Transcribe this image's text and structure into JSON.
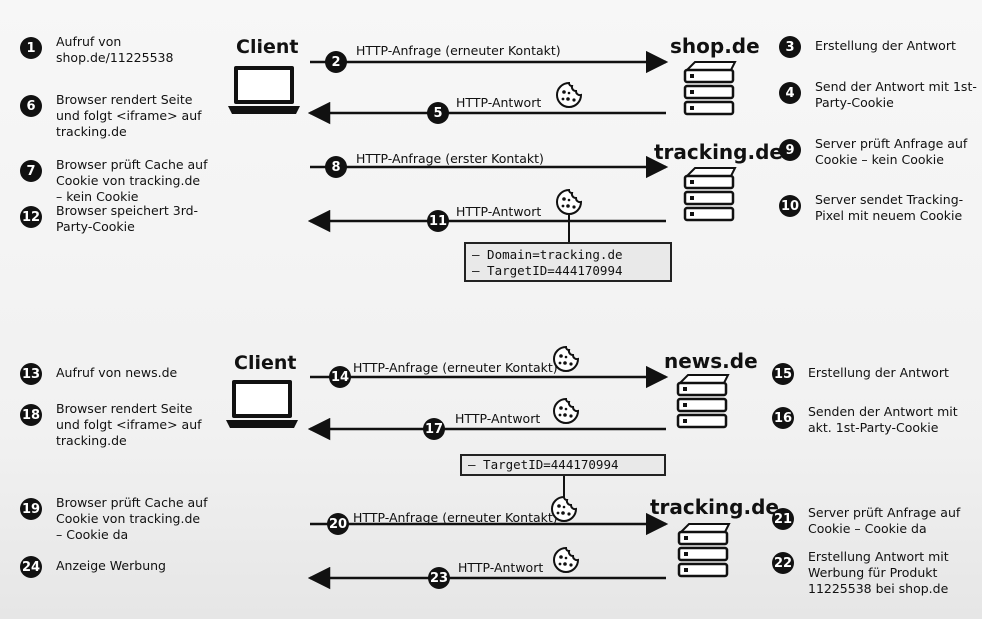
{
  "actors": {
    "client_top": "Client",
    "client_bottom": "Client",
    "shop": "shop.de",
    "tracking_top": "tracking.de",
    "news": "news.de",
    "tracking_bottom": "tracking.de"
  },
  "steps_left": [
    {
      "num": "1",
      "text": "Aufruf von\nshop.de/11225538"
    },
    {
      "num": "6",
      "text": "Browser rendert Seite\nund folgt <iframe> auf\ntracking.de"
    },
    {
      "num": "7",
      "text": "Browser prüft Cache auf\nCookie von tracking.de\n– kein Cookie"
    },
    {
      "num": "12",
      "text": "Browser speichert 3rd-\nParty-Cookie"
    },
    {
      "num": "13",
      "text": "Aufruf von news.de"
    },
    {
      "num": "18",
      "text": "Browser rendert Seite\nund folgt <iframe> auf\ntracking.de"
    },
    {
      "num": "19",
      "text": "Browser prüft Cache auf\nCookie von tracking.de\n– Cookie da"
    },
    {
      "num": "24",
      "text": "Anzeige Werbung"
    }
  ],
  "steps_right": [
    {
      "num": "3",
      "text": "Erstellung der Antwort"
    },
    {
      "num": "4",
      "text": "Send der Antwort mit 1st-\nParty-Cookie"
    },
    {
      "num": "9",
      "text": "Server prüft Anfrage auf\nCookie – kein Cookie"
    },
    {
      "num": "10",
      "text": "Server sendet Tracking-\nPixel mit neuem Cookie"
    },
    {
      "num": "15",
      "text": "Erstellung der Antwort"
    },
    {
      "num": "16",
      "text": "Senden der Antwort mit\nakt. 1st-Party-Cookie"
    },
    {
      "num": "21",
      "text": "Server prüft Anfrage auf\nCookie – Cookie da"
    },
    {
      "num": "22",
      "text": "Erstellung Antwort mit\nWerbung für Produkt\n11225538 bei shop.de"
    }
  ],
  "messages": [
    {
      "num": "2",
      "label": "HTTP-Anfrage (erneuter Kontakt)",
      "direction": "right",
      "cookie": false
    },
    {
      "num": "5",
      "label": "HTTP-Antwort",
      "direction": "left",
      "cookie": true
    },
    {
      "num": "8",
      "label": "HTTP-Anfrage (erster Kontakt)",
      "direction": "right",
      "cookie": false
    },
    {
      "num": "11",
      "label": "HTTP-Antwort",
      "direction": "left",
      "cookie": true
    },
    {
      "num": "14",
      "label": "HTTP-Anfrage (erneuter Kontakt)",
      "direction": "right",
      "cookie": true
    },
    {
      "num": "17",
      "label": "HTTP-Antwort",
      "direction": "left",
      "cookie": true
    },
    {
      "num": "20",
      "label": "HTTP-Anfrage (erneuter Kontakt)",
      "direction": "right",
      "cookie": true
    },
    {
      "num": "23",
      "label": "HTTP-Antwort",
      "direction": "left",
      "cookie": true
    }
  ],
  "cookie_boxes": {
    "top": {
      "line1": "– Domain=tracking.de",
      "line2": "– TargetID=444170994"
    },
    "bottom": {
      "line1": "– TargetID=444170994"
    }
  },
  "icons": {
    "client": "laptop-icon",
    "server": "server-stack-icon",
    "cookie": "cookie-icon",
    "step": "number-badge"
  },
  "colors": {
    "ink": "#111111",
    "badge_text": "#ffffff",
    "box_fill": "#e9e9e9",
    "background": "#f4f4f4"
  }
}
